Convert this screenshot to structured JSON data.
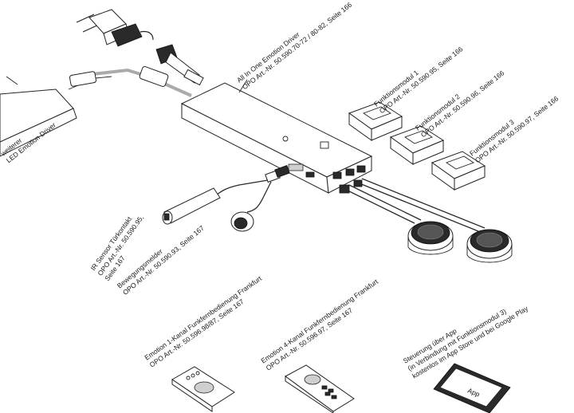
{
  "labels": {
    "driver_line1": "All In One Emotion Driver",
    "driver_line2": "OPO Art.-Nr. 50.590.70-72 / 80-82, Seite 166",
    "module1_line1": "Funktionsmodul 1",
    "module1_line2": "OPO Art.-Nr. 50.590.95, Seite 166",
    "module2_line1": "Funktionsmodul 2",
    "module2_line2": "OPO Art.-Nr. 50.590.96, Seite 166",
    "module3_line1": "Funktionsmodul 3",
    "module3_line2": "OPO Art.-Nr. 50.590.97, Seite 166",
    "further_line1": "weiterer",
    "further_line2": "LED Emotion Driver",
    "ir_line1": "IR Sensor Türkontakt",
    "ir_line2": "OPO Art.-Nr. 50.590.95,",
    "ir_line3": "Seite 167",
    "motion_line1": "Bewegungsmelder",
    "motion_line2": "OPO Art.-Nr. 50.590.93, Seite 167",
    "remote1_line1": "Emotion 1-Kanal Funkfernbedienung Frankfurt",
    "remote1_line2": "OPO Art.-Nr. 50.596.98/87, Seite 167",
    "remote4_line1": "Emotion 4-Kanal Funkfernbedienung Frankfurt",
    "remote4_line2": "OPO Art.-Nr. 50.596.97, Seite 167",
    "app_line1": "Steuerung über App",
    "app_line2": "(in Verbindung mit Funktionsmodul 3)",
    "app_line3": "kostenlos im App Store und bei Google Play",
    "app_screen": "App"
  }
}
